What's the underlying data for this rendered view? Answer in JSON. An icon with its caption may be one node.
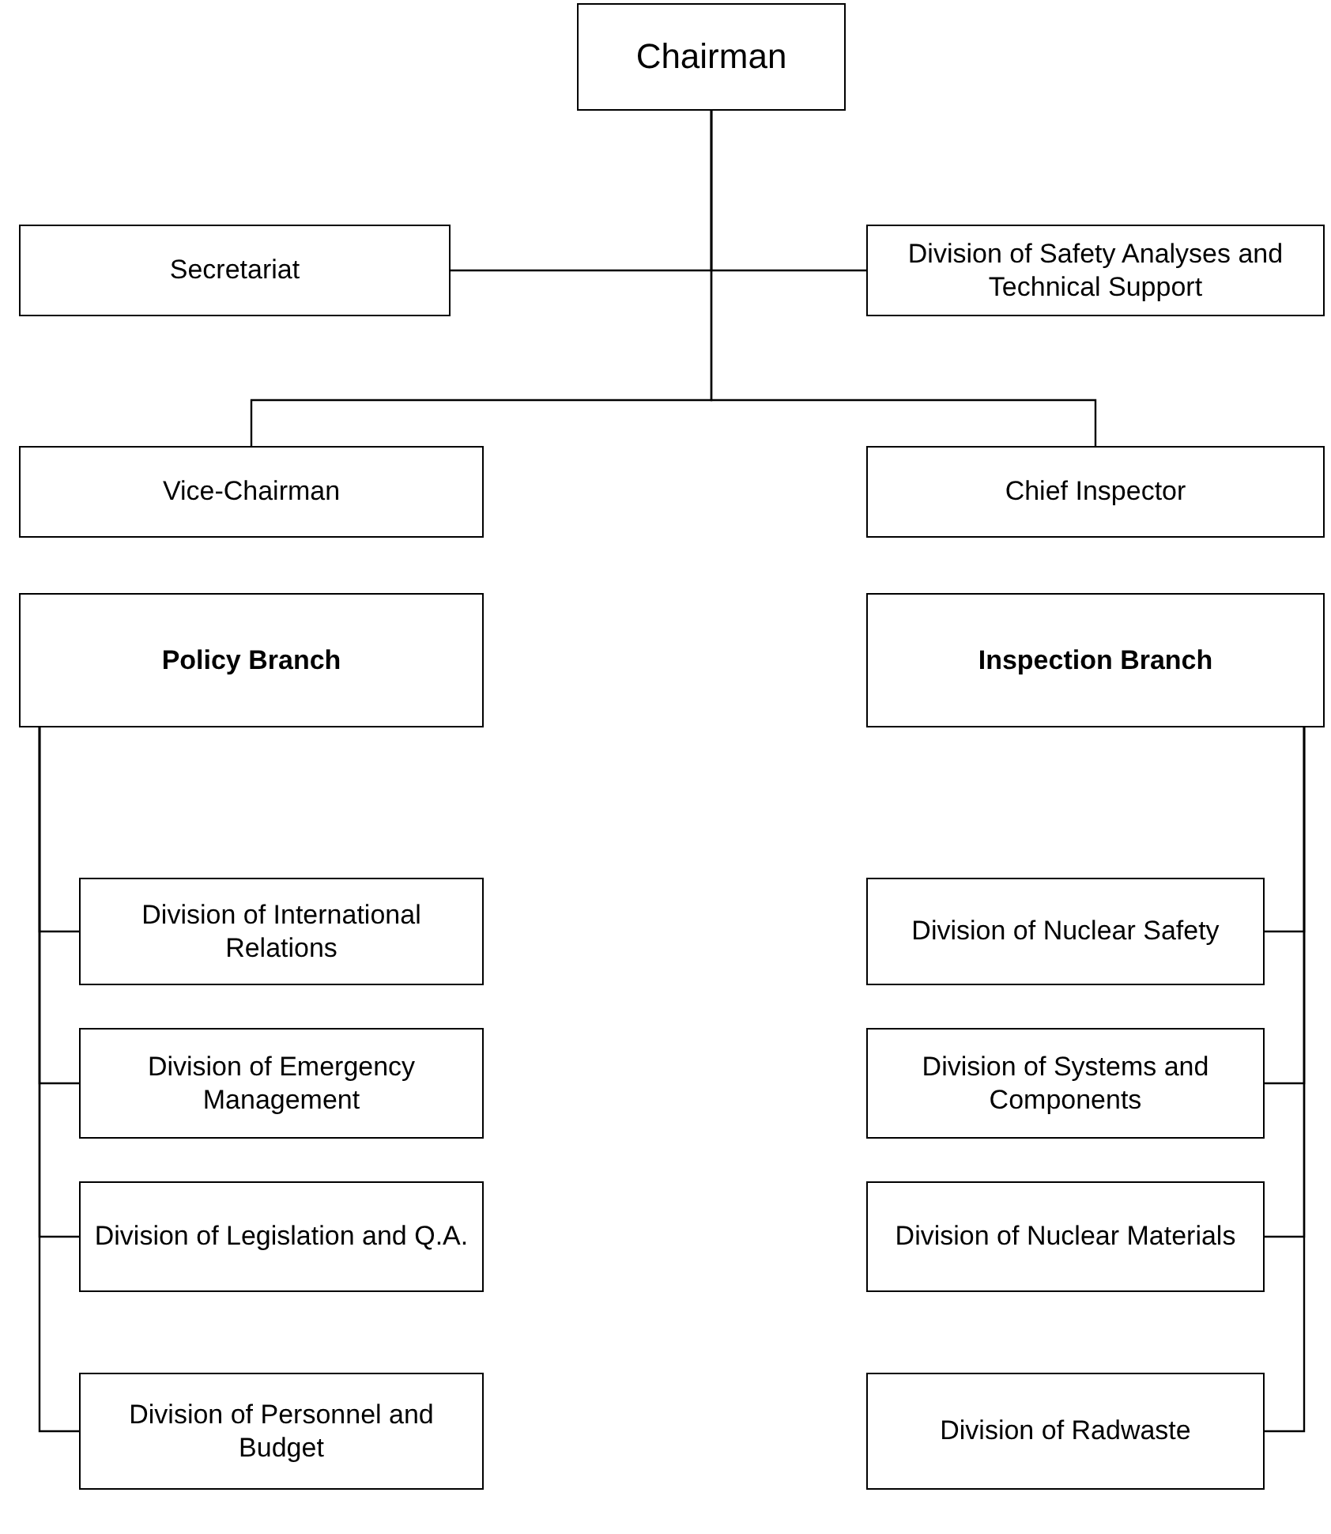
{
  "diagram": {
    "nodes": [
      {
        "text": [
          "Chairman"
        ]
      },
      {
        "text": [
          "Secretariat"
        ]
      },
      {
        "text": [
          "Division of Safety Analyses and Technical Support"
        ]
      },
      {
        "text": [
          "Vice-Chairman"
        ]
      },
      {
        "text": [
          "Chief Inspector"
        ]
      },
      {
        "text": [
          "Policy Branch"
        ]
      },
      {
        "text": [
          "Inspection Branch"
        ]
      },
      {
        "text": [
          "Division of International Relations"
        ]
      },
      {
        "text": [
          "Division of Nuclear Safety"
        ]
      },
      {
        "text": [
          "Division of Emergency Management"
        ]
      },
      {
        "text": [
          "Division of Systems and Components"
        ]
      },
      {
        "text": [
          "Division of Legislation and Q.A."
        ]
      },
      {
        "text": [
          "Division of Nuclear Materials"
        ]
      },
      {
        "text": [
          "Division of Personnel and Budget"
        ]
      },
      {
        "text": [
          "Division of Radwaste"
        ]
      }
    ],
    "edges": [
      {
        "from": 0,
        "to": 1,
        "arrow": "none"
      },
      {
        "from": 0,
        "to": 2,
        "arrow": "none"
      },
      {
        "from": 0,
        "to": 3,
        "arrow": "none"
      },
      {
        "from": 0,
        "to": 4,
        "arrow": "none"
      },
      {
        "from": 5,
        "to": 7,
        "arrow": "none"
      },
      {
        "from": 5,
        "to": 9,
        "arrow": "none"
      },
      {
        "from": 5,
        "to": 11,
        "arrow": "none"
      },
      {
        "from": 5,
        "to": 13,
        "arrow": "none"
      },
      {
        "from": 6,
        "to": 8,
        "arrow": "none"
      },
      {
        "from": 6,
        "to": 10,
        "arrow": "none"
      },
      {
        "from": 6,
        "to": 12,
        "arrow": "none"
      },
      {
        "from": 6,
        "to": 14,
        "arrow": "none"
      }
    ]
  }
}
